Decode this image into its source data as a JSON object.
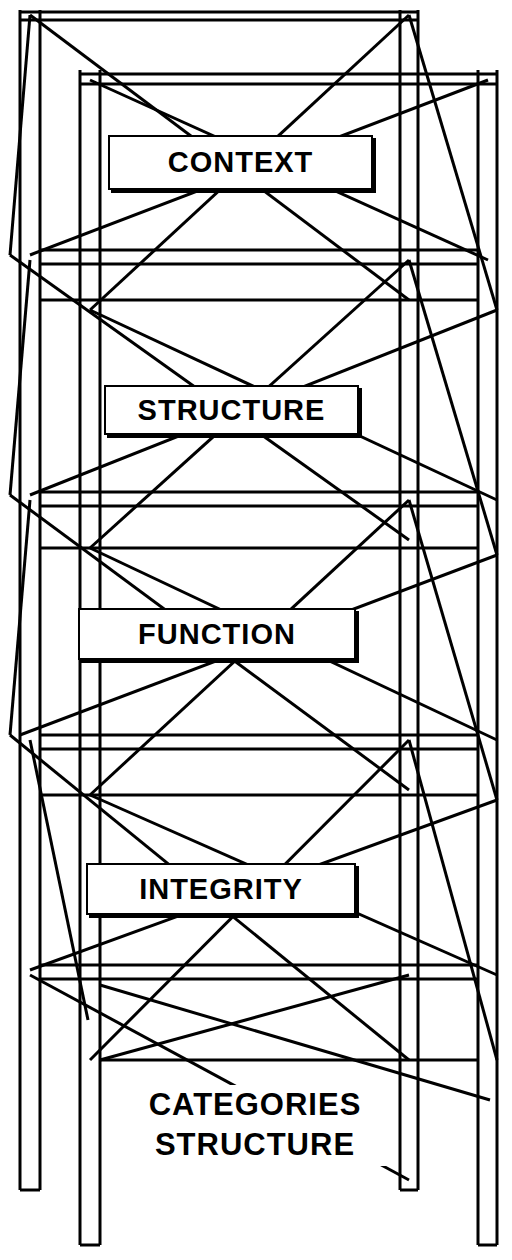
{
  "diagram": {
    "caption": "CATEGORIES STRUCTURE",
    "nodes": [
      {
        "text": [
          "CONTEXT"
        ]
      },
      {
        "text": [
          "STRUCTURE"
        ]
      },
      {
        "text": [
          "FUNCTION"
        ]
      },
      {
        "text": [
          "INTEGRITY"
        ]
      }
    ]
  }
}
